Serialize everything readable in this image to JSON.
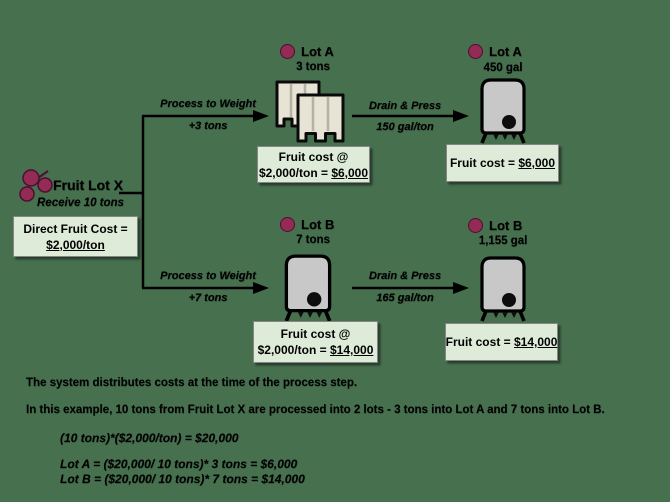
{
  "colors": {
    "background": "#47704F",
    "cost_box_fill": "#DDEBD8",
    "cost_box_border": "#858585",
    "lot_marker": "#932B55",
    "bin_fill": "#E7E3D5",
    "tank_fill": "#C8C8C8",
    "line": "#000000"
  },
  "fruit_lot": {
    "title": "Fruit Lot X",
    "subtitle": "Receive 10 tons",
    "cost_box": {
      "line1": "Direct Fruit Cost =",
      "line2": "$2,000/ton"
    }
  },
  "lot_a": {
    "process_arrow": {
      "label": "Process to Weight",
      "sublabel": "+3 tons"
    },
    "weight_stage": {
      "name": "Lot A",
      "amount": "3 tons"
    },
    "weight_cost_box": {
      "line1": "Fruit cost @",
      "line2_prefix": "$2,000/ton = ",
      "line2_value": "$6,000"
    },
    "press_arrow": {
      "label": "Drain & Press",
      "sublabel": "150 gal/ton"
    },
    "volume_stage": {
      "name": "Lot A",
      "amount": "450 gal"
    },
    "volume_cost_box": {
      "prefix": "Fruit cost = ",
      "value": "$6,000"
    }
  },
  "lot_b": {
    "process_arrow": {
      "label": "Process to Weight",
      "sublabel": "+7 tons"
    },
    "weight_stage": {
      "name": "Lot B",
      "amount": "7 tons"
    },
    "weight_cost_box": {
      "line1": "Fruit cost @",
      "line2_prefix": "$2,000/ton = ",
      "line2_value": "$14,000"
    },
    "press_arrow": {
      "label": "Drain & Press",
      "sublabel": "165 gal/ton"
    },
    "volume_stage": {
      "name": "Lot B",
      "amount": "1,155 gal"
    },
    "volume_cost_box": {
      "prefix": "Fruit cost = ",
      "value": "$14,000"
    }
  },
  "notes": {
    "line1": "The system distributes costs at the time of the process step.",
    "line2": "In this example, 10 tons from Fruit Lot X are processed into 2 lots - 3 tons into Lot A and 7 tons into Lot B.",
    "formula_total": "(10 tons)*($2,000/ton) = $20,000",
    "formula_lot_a": "Lot A = ($20,000/ 10 tons)* 3 tons = $6,000",
    "formula_lot_b": "Lot B = ($20,000/ 10 tons)* 7 tons = $14,000"
  }
}
